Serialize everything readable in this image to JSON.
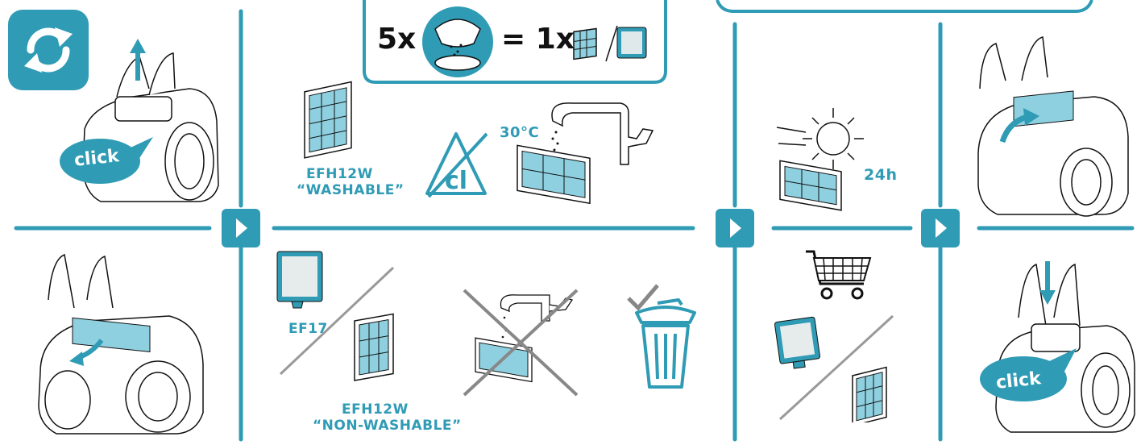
{
  "page": {
    "accent_color": "#2f9bb5",
    "line_color": "#2f9bb5"
  },
  "top_panel": {
    "count_left": "5x",
    "equals": "= 1x"
  },
  "panel_washable": {
    "model": "EFH12W",
    "type": "“WASHABLE”",
    "temperature": "30°C",
    "no_bleach_symbol": "cl"
  },
  "panel_dry": {
    "duration": "24h"
  },
  "panel_nonwashable": {
    "filter_a": "EF17",
    "model": "EFH12W",
    "type": "“NON-WASHABLE”"
  },
  "clicks": {
    "top": "click",
    "bottom": "click"
  },
  "icons": [
    "refresh-icon",
    "next-arrow-icon",
    "sun-icon",
    "faucet-icon",
    "shopping-cart-icon",
    "trash-bin-icon",
    "checkmark-icon",
    "cross-icon"
  ]
}
